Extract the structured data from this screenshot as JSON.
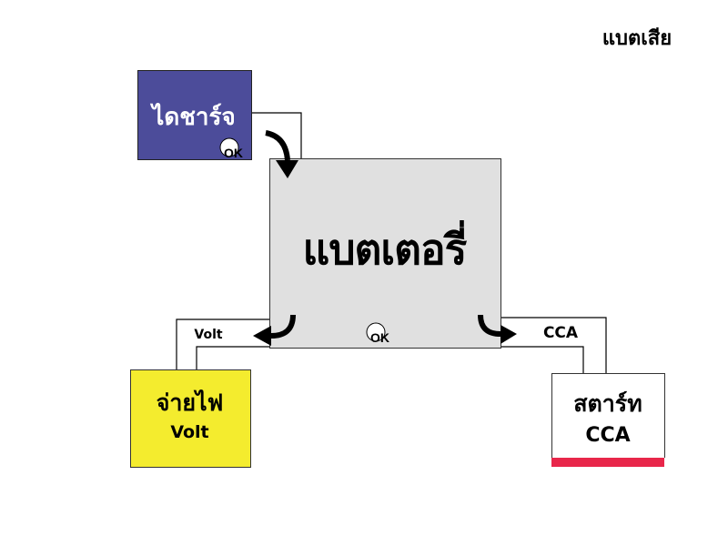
{
  "header": {
    "status": "แบตเสีย"
  },
  "charger": {
    "label": "ไดชาร์จ",
    "color": "#4c4c9a"
  },
  "battery": {
    "label": "แบตเตอรี่",
    "color": "#e0e0e0"
  },
  "supply": {
    "title": "จ่ายไฟ",
    "subtitle": "Volt",
    "color": "#f4ec2e"
  },
  "starter": {
    "title": "สตาร์ท",
    "subtitle": "CCA",
    "bar_color": "#e8264a"
  },
  "connectors": {
    "volt_label": "Volt",
    "cca_label": "CCA"
  },
  "logo": {
    "text": "OK"
  }
}
